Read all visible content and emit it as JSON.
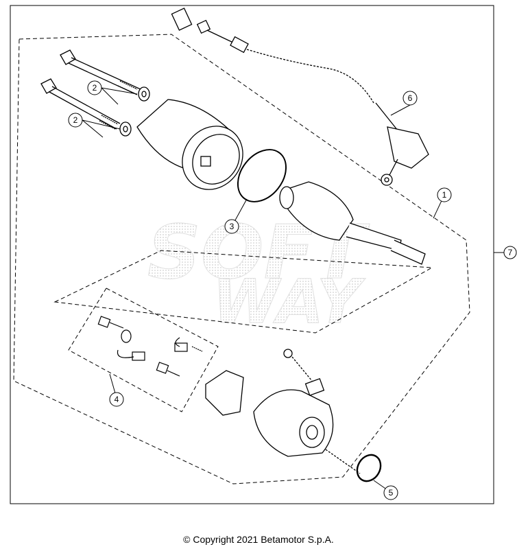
{
  "callouts": [
    {
      "id": "c1",
      "label": "1"
    },
    {
      "id": "c2a",
      "label": "2"
    },
    {
      "id": "c2b",
      "label": "2"
    },
    {
      "id": "c3",
      "label": "3"
    },
    {
      "id": "c4",
      "label": "4"
    },
    {
      "id": "c5",
      "label": "5"
    },
    {
      "id": "c6",
      "label": "6"
    },
    {
      "id": "c7",
      "label": "7"
    }
  ],
  "watermark": {
    "line1": "SOFT",
    "line2": "WAY"
  },
  "footer": {
    "copyright": "© Copyright 2021 Betamotor S.p.A."
  },
  "colors": {
    "line": "#000000",
    "watermark": "#d8d8d8",
    "background": "#ffffff"
  }
}
